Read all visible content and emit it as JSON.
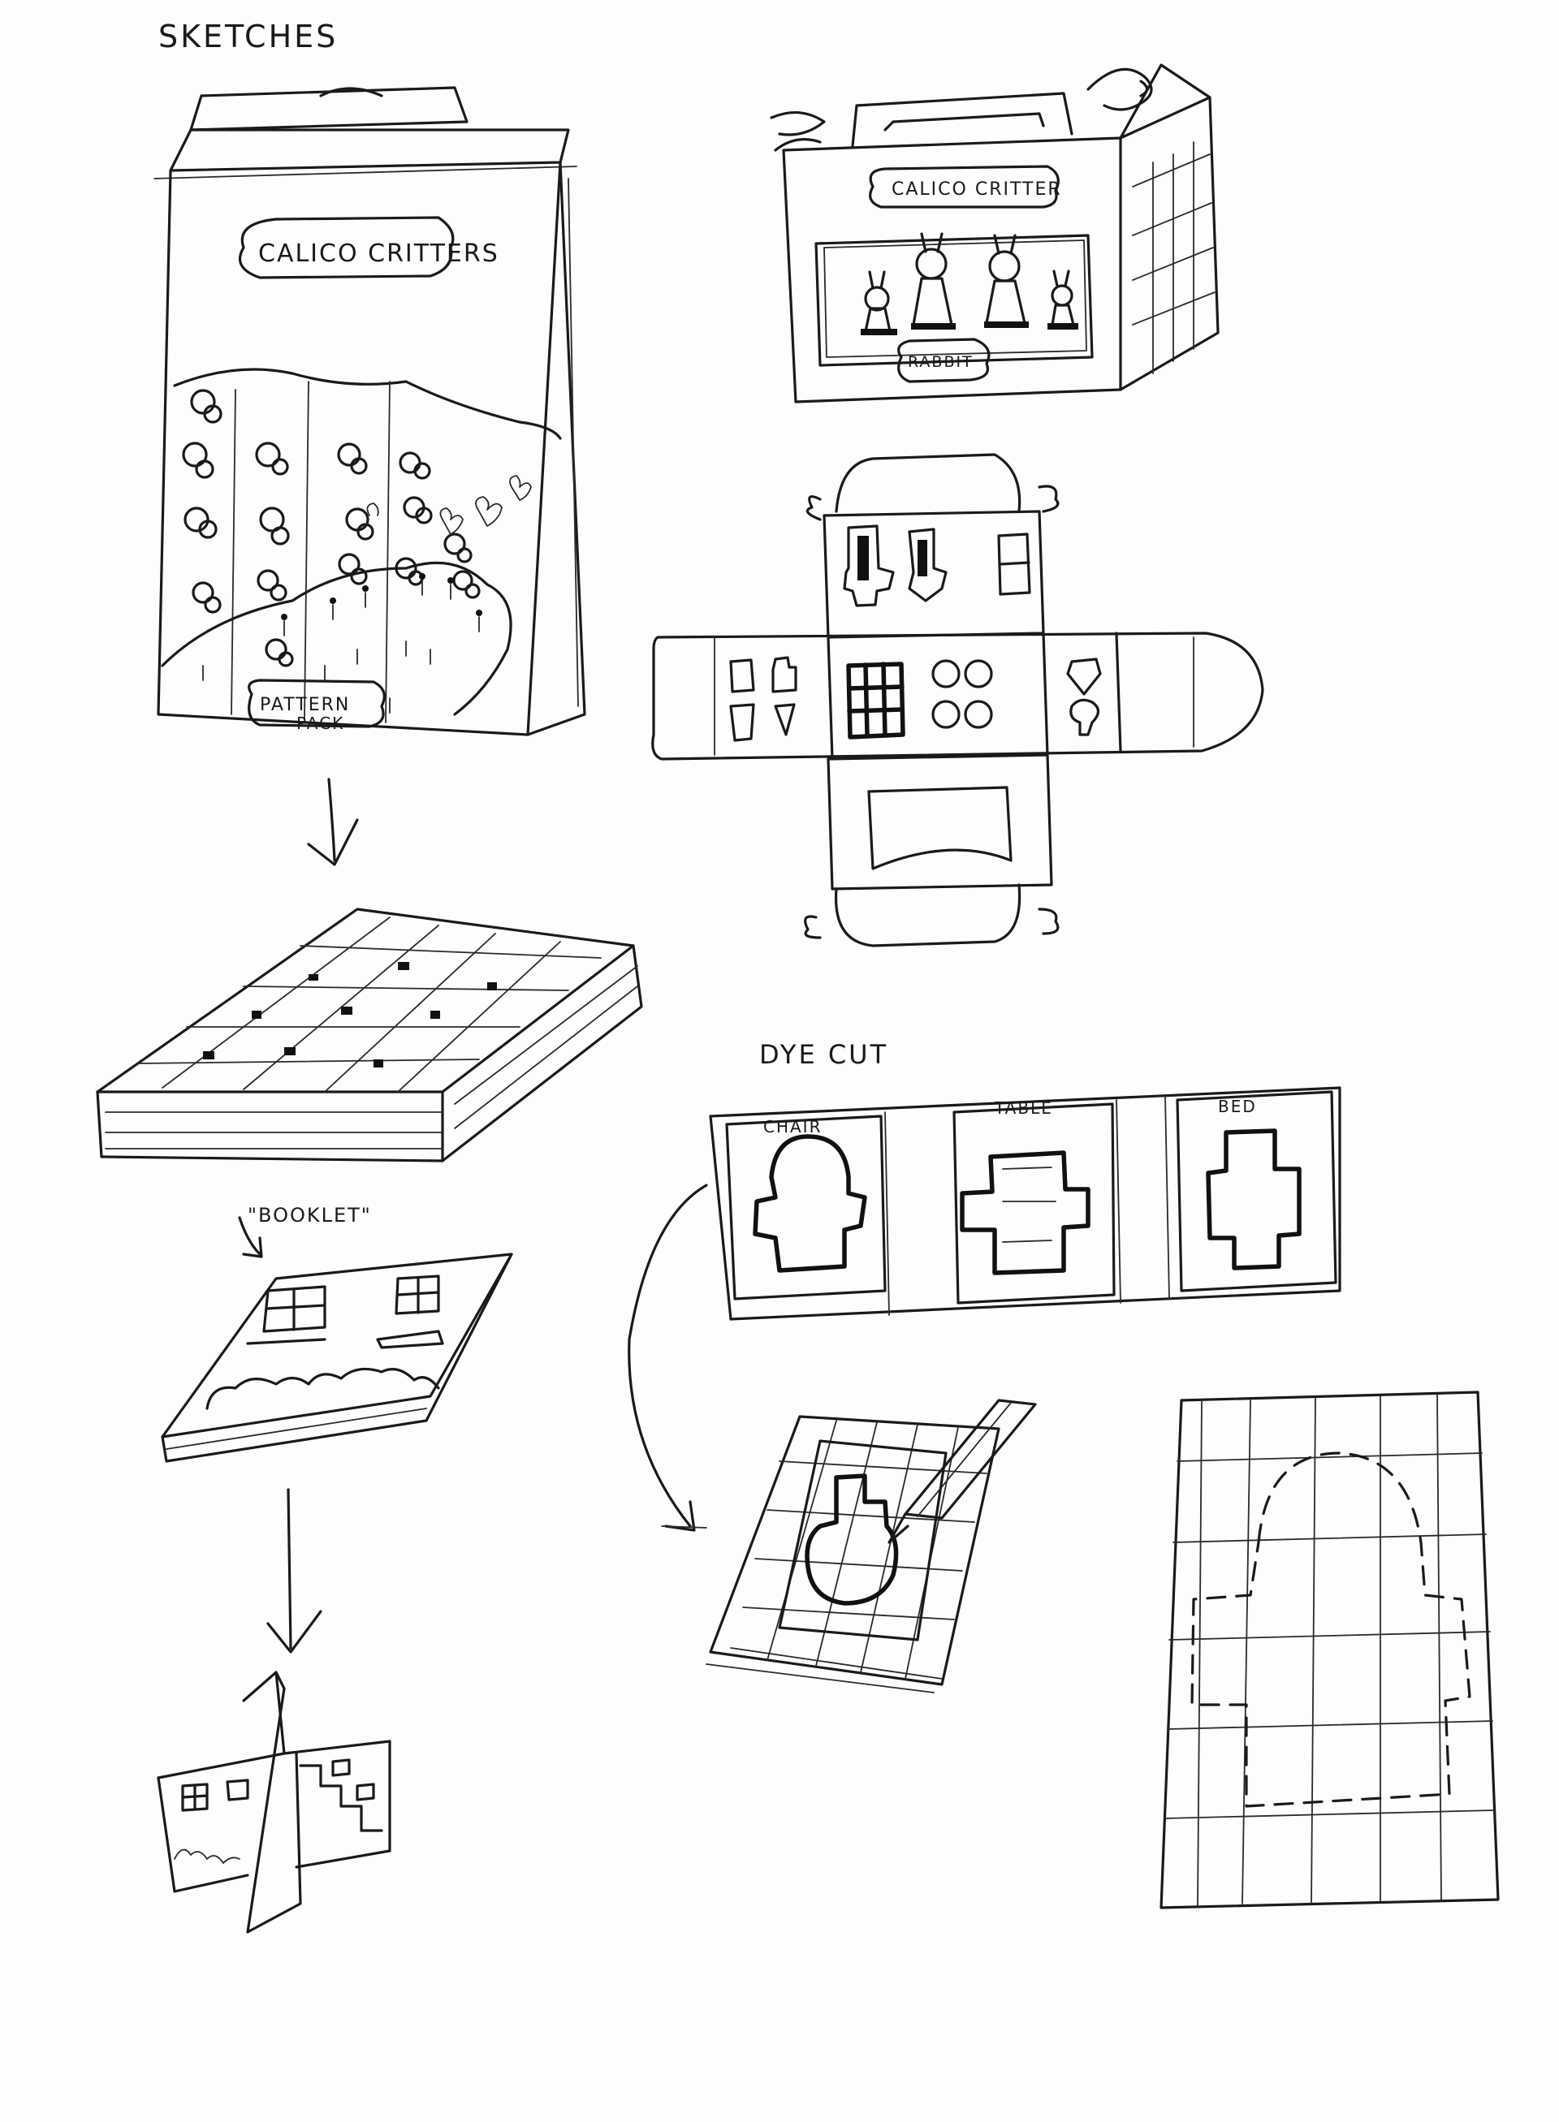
{
  "page": {
    "title": "SKETCHES"
  },
  "tall_package": {
    "brand_label": "CALICO CRITTERS",
    "tag_label_line1": "PATTERN",
    "tag_label_line2": "PACK"
  },
  "gable_box": {
    "brand_label": "CALICO CRITTER",
    "bottom_label": "RABBIT"
  },
  "booklet": {
    "label": "\"BOOKLET\""
  },
  "die_cut": {
    "heading": "DYE CUT",
    "panels": [
      {
        "label": "CHAIR"
      },
      {
        "label": "TABLE"
      },
      {
        "label": "BED"
      }
    ]
  },
  "colors": {
    "ink": "#1a1a1a",
    "paper": "#fdfdfd"
  }
}
